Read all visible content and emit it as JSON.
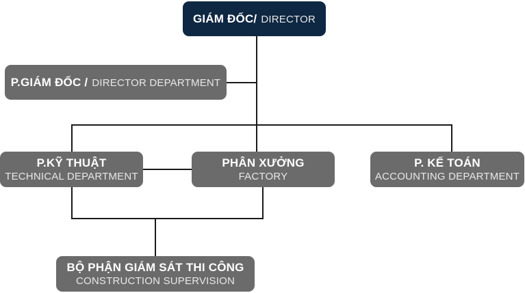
{
  "director": {
    "vi": "GIÁM ĐỐC/",
    "en": "DIRECTOR"
  },
  "director_department": {
    "vi": "P.GIÁM ĐỐC /",
    "en": "DIRECTOR DEPARTMENT"
  },
  "technical": {
    "vi": "P.KỸ THUẬT",
    "en": "TECHNICAL DEPARTMENT"
  },
  "factory": {
    "vi": "PHÂN XƯỞNG",
    "en": "FACTORY"
  },
  "accounting": {
    "vi": "P. KẾ TOÁN",
    "en": "ACCOUNTING DEPARTMENT"
  },
  "supervision": {
    "vi": "BỘ PHẬN GIÁM SÁT THI CÔNG",
    "en": "CONSTRUCTION SUPERVISION"
  },
  "colors": {
    "director_box": "#0e2742",
    "department_box": "#6b6b6b",
    "connector": "#1a1a1a"
  }
}
